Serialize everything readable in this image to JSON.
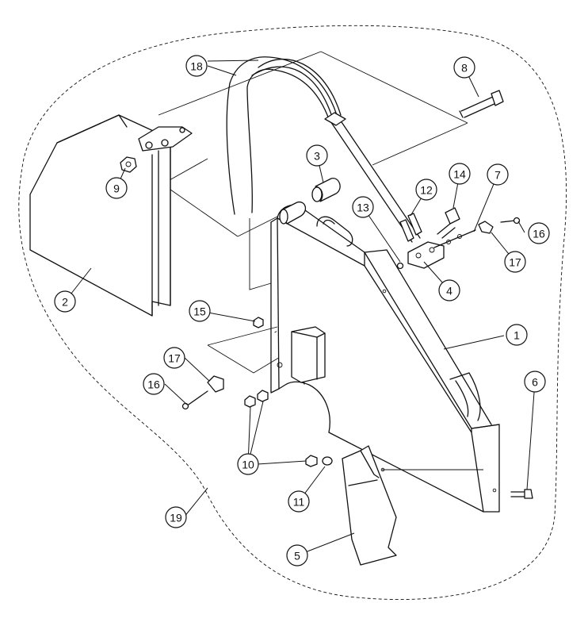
{
  "diagram": {
    "callouts": [
      {
        "label": "1"
      },
      {
        "label": "2"
      },
      {
        "label": "3"
      },
      {
        "label": "4"
      },
      {
        "label": "5"
      },
      {
        "label": "6"
      },
      {
        "label": "7"
      },
      {
        "label": "8"
      },
      {
        "label": "9"
      },
      {
        "label": "10"
      },
      {
        "label": "11"
      },
      {
        "label": "12"
      },
      {
        "label": "13"
      },
      {
        "label": "14"
      },
      {
        "label": "15"
      },
      {
        "label": "16"
      },
      {
        "label": "16"
      },
      {
        "label": "17"
      },
      {
        "label": "17"
      },
      {
        "label": "18"
      },
      {
        "label": "19"
      }
    ]
  }
}
